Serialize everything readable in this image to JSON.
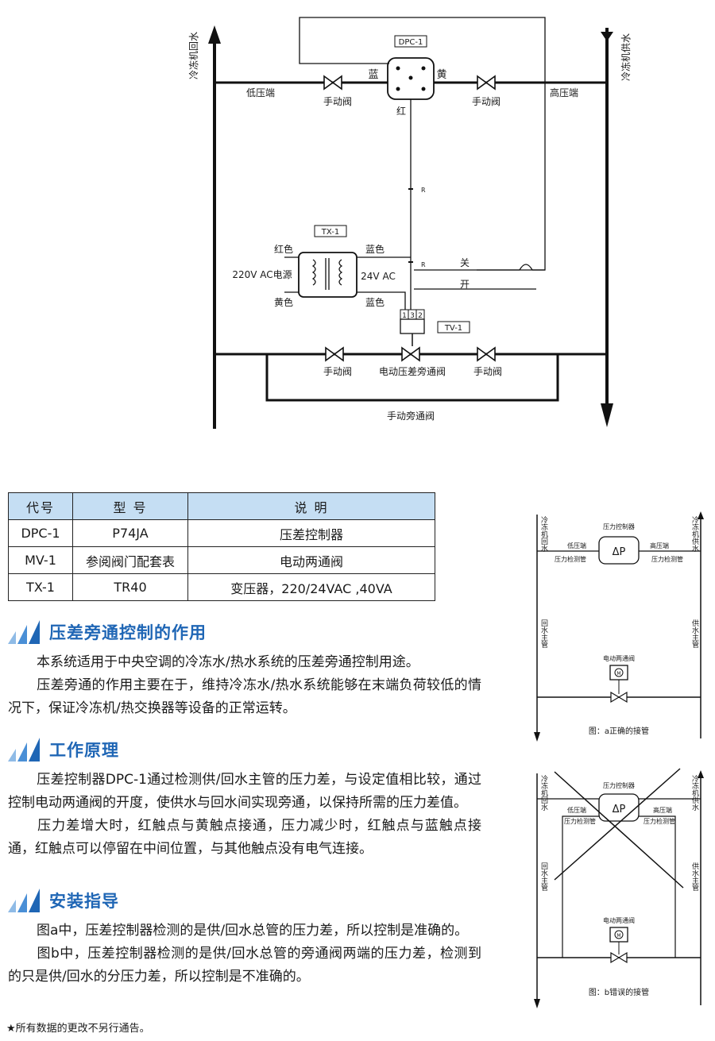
{
  "top_diagram": {
    "left_pipe_label": "冷冻机回水",
    "right_pipe_label": "冷冻机供水",
    "dpc_tag": "DPC-1",
    "blue_label": "蓝",
    "yellow_label": "黄",
    "red_label": "红",
    "low_side": "低压端",
    "high_side": "高压端",
    "manual_valve": "手动阀",
    "r_label": "R",
    "tx_tag": "TX-1",
    "red_color": "红色",
    "yellow_color": "黄色",
    "blue_color": "蓝色",
    "power_220": "220V AC电源",
    "v24": "24V AC",
    "off": "关",
    "on": "开",
    "terminals": [
      "1",
      "3",
      "2"
    ],
    "tv_tag": "TV-1",
    "motor_valve": "电动压差旁通阀",
    "manual_bypass": "手动旁通阀"
  },
  "spec_table": {
    "headers": [
      "代号",
      "型 号",
      "说 明"
    ],
    "rows": [
      [
        "DPC-1",
        "P74JA",
        "压差控制器"
      ],
      [
        "MV-1",
        "参阅阀门配套表",
        "电动两通阀"
      ],
      [
        "TX-1",
        "TR40",
        "变压器，220/24VAC ,40VA"
      ]
    ]
  },
  "sections": [
    {
      "title": "压差旁通控制的作用",
      "paragraphs": [
        "本系统适用于中央空调的冷冻水/热水系统的压差旁通控制用途。",
        "压差旁通的作用主要在于，维持冷冻水/热水系统能够在末端负荷较低的情况下，保证冷冻机/热交换器等设备的正常运转。"
      ]
    },
    {
      "title": "工作原理",
      "paragraphs": [
        "压差控制器DPC-1通过检测供/回水主管的压力差，与设定值相比较，通过控制电动两通阀的开度，使供水与回水间实现旁通，以保持所需的压力差值。",
        "压力差增大时，红触点与黄触点接通，压力减少时，红触点与蓝触点接通，红触点可以停留在中间位置，与其他触点没有电气连接。"
      ]
    },
    {
      "title": "安装指导",
      "paragraphs": [
        "图a中，压差控制器检测的是供/回水总管的压力差，所以控制是准确的。",
        "图b中，压差控制器检测的是供/回水总管的旁通阀两端的压力差，检测到的只是供/回水的分压力差，所以控制是不准确的。"
      ]
    }
  ],
  "fig_a": {
    "left_top": "冷冻机回水",
    "right_top": "冷冻机供水",
    "controller": "压力控制器",
    "delta_p": "ΔP",
    "low": "低压端",
    "high": "高压端",
    "detect_l": "压力检测管",
    "detect_r": "压力检测管",
    "left_main": "回水主管",
    "right_main": "供水主管",
    "valve_title": "电动两通阀",
    "motor": "M",
    "caption": "图：a正确的接管"
  },
  "fig_b": {
    "left_top": "冷冻机回水",
    "right_top": "冷冻机供水",
    "controller": "压力控制器",
    "delta_p": "ΔP",
    "low": "低压端",
    "high": "高压端",
    "detect_l": "压力检测管",
    "detect_r": "压力检测管",
    "left_main": "回水主管",
    "right_main": "供水主管",
    "valve_title": "电动两通阀",
    "motor": "M",
    "caption": "图：b错误的接管"
  },
  "footnote": "★所有数据的更改不另行通告。",
  "colors": {
    "accent": "#1f66b5",
    "table_header": "#c5def3"
  }
}
